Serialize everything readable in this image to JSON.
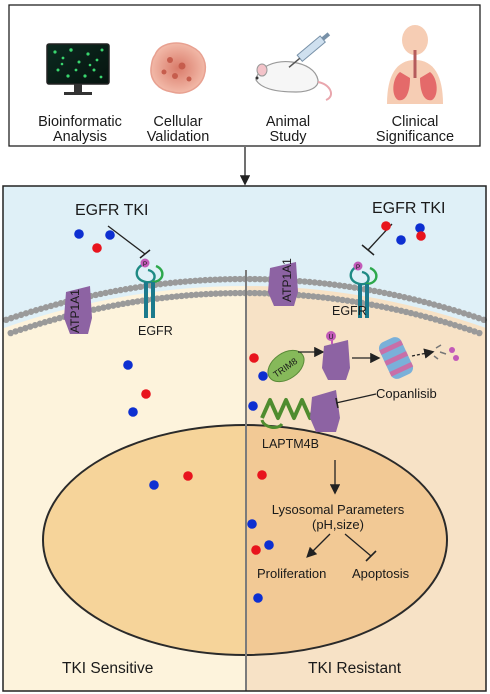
{
  "workflow": {
    "steps": [
      {
        "line1": "Bioinformatic",
        "line2": "Analysis",
        "icon": "monitor-icon"
      },
      {
        "line1": "Cellular",
        "line2": "Validation",
        "icon": "cell-tissue-icon"
      },
      {
        "line1": "Animal",
        "line2": "Study",
        "icon": "mouse-syringe-icon"
      },
      {
        "line1": "Clinical",
        "line2": "Significance",
        "icon": "lungs-body-icon"
      }
    ]
  },
  "left_panel": {
    "drug_label": "EGFR TKI",
    "atp_label": "ATP1A1",
    "receptor_label": "EGFR",
    "p_label": "P",
    "footer": "TKI Sensitive"
  },
  "right_panel": {
    "drug_label": "EGFR TKI",
    "atp_label": "ATP1A1",
    "receptor_label": "EGFR",
    "p_label": "P",
    "trim_label": "TRIM8",
    "ub_label": "U",
    "copanlisib_label": "Copanlisib",
    "laptm_label": "LAPTM4B",
    "lyso_line1": "Lysosomal Parameters",
    "lyso_line2": "(pH,size)",
    "proliferation_label": "Proliferation",
    "apoptosis_label": "Apoptosis",
    "footer": "TKI Resistant"
  },
  "colors": {
    "membrane_bead": "#9a9a9a",
    "extracellular": "#dff0f7",
    "cytoplasm_left": "#fdf3dc",
    "cytoplasm_right": "#f7e2c6",
    "nucleus_left": "#f6d49a",
    "nucleus_right": "#f2c995",
    "purple": "#8d63a3",
    "green": "#6fa24c",
    "dot_red": "#e8141d",
    "dot_blue": "#0d2fd1"
  }
}
